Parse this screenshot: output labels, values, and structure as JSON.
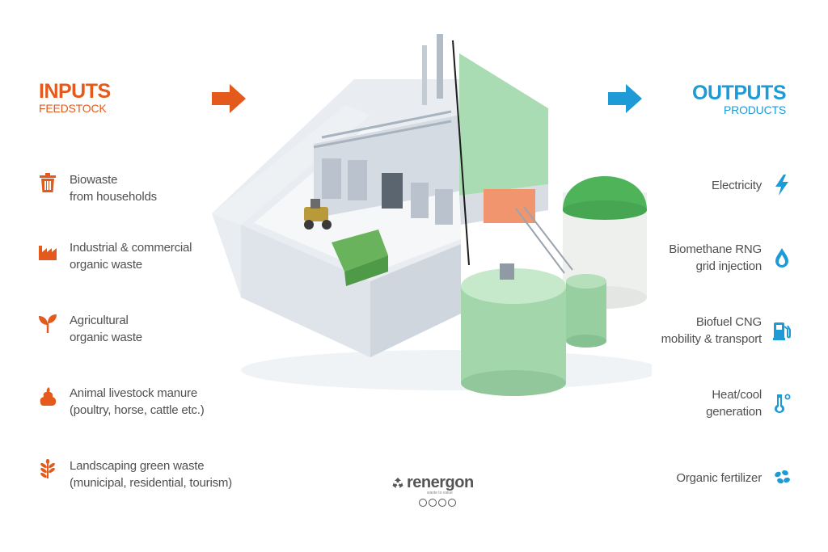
{
  "inputs": {
    "title": "INPUTS",
    "subtitle": "FEEDSTOCK",
    "items": [
      {
        "line1": "Biowaste",
        "line2": "from households",
        "icon": "trash-bin-icon"
      },
      {
        "line1": "Industrial & commercial",
        "line2": "organic waste",
        "icon": "factory-icon"
      },
      {
        "line1": "Agricultural",
        "line2": "organic waste",
        "icon": "plant-sprout-icon"
      },
      {
        "line1": "Animal livestock manure",
        "line2": "(poultry, horse, cattle etc.)",
        "icon": "manure-icon"
      },
      {
        "line1": "Landscaping green waste",
        "line2": "(municipal, residential, tourism)",
        "icon": "leaf-branch-icon"
      }
    ]
  },
  "outputs": {
    "title": "OUTPUTS",
    "subtitle": "PRODUCTS",
    "items": [
      {
        "line1": "Electricity",
        "line2": "",
        "icon": "lightning-bolt-icon"
      },
      {
        "line1": "Biomethane RNG",
        "line2": "grid injection",
        "icon": "drop-icon"
      },
      {
        "line1": "Biofuel CNG",
        "line2": "mobility & transport",
        "icon": "fuel-pump-icon"
      },
      {
        "line1": "Heat/cool",
        "line2": "generation",
        "icon": "thermometer-icon"
      },
      {
        "line1": "Organic fertilizer",
        "line2": "",
        "icon": "fertilizer-pellets-icon"
      }
    ]
  },
  "brand": {
    "name": "renergon",
    "tagline": "waste to value"
  },
  "colors": {
    "input_accent": "#e35a1c",
    "output_accent": "#1e9ad6"
  }
}
